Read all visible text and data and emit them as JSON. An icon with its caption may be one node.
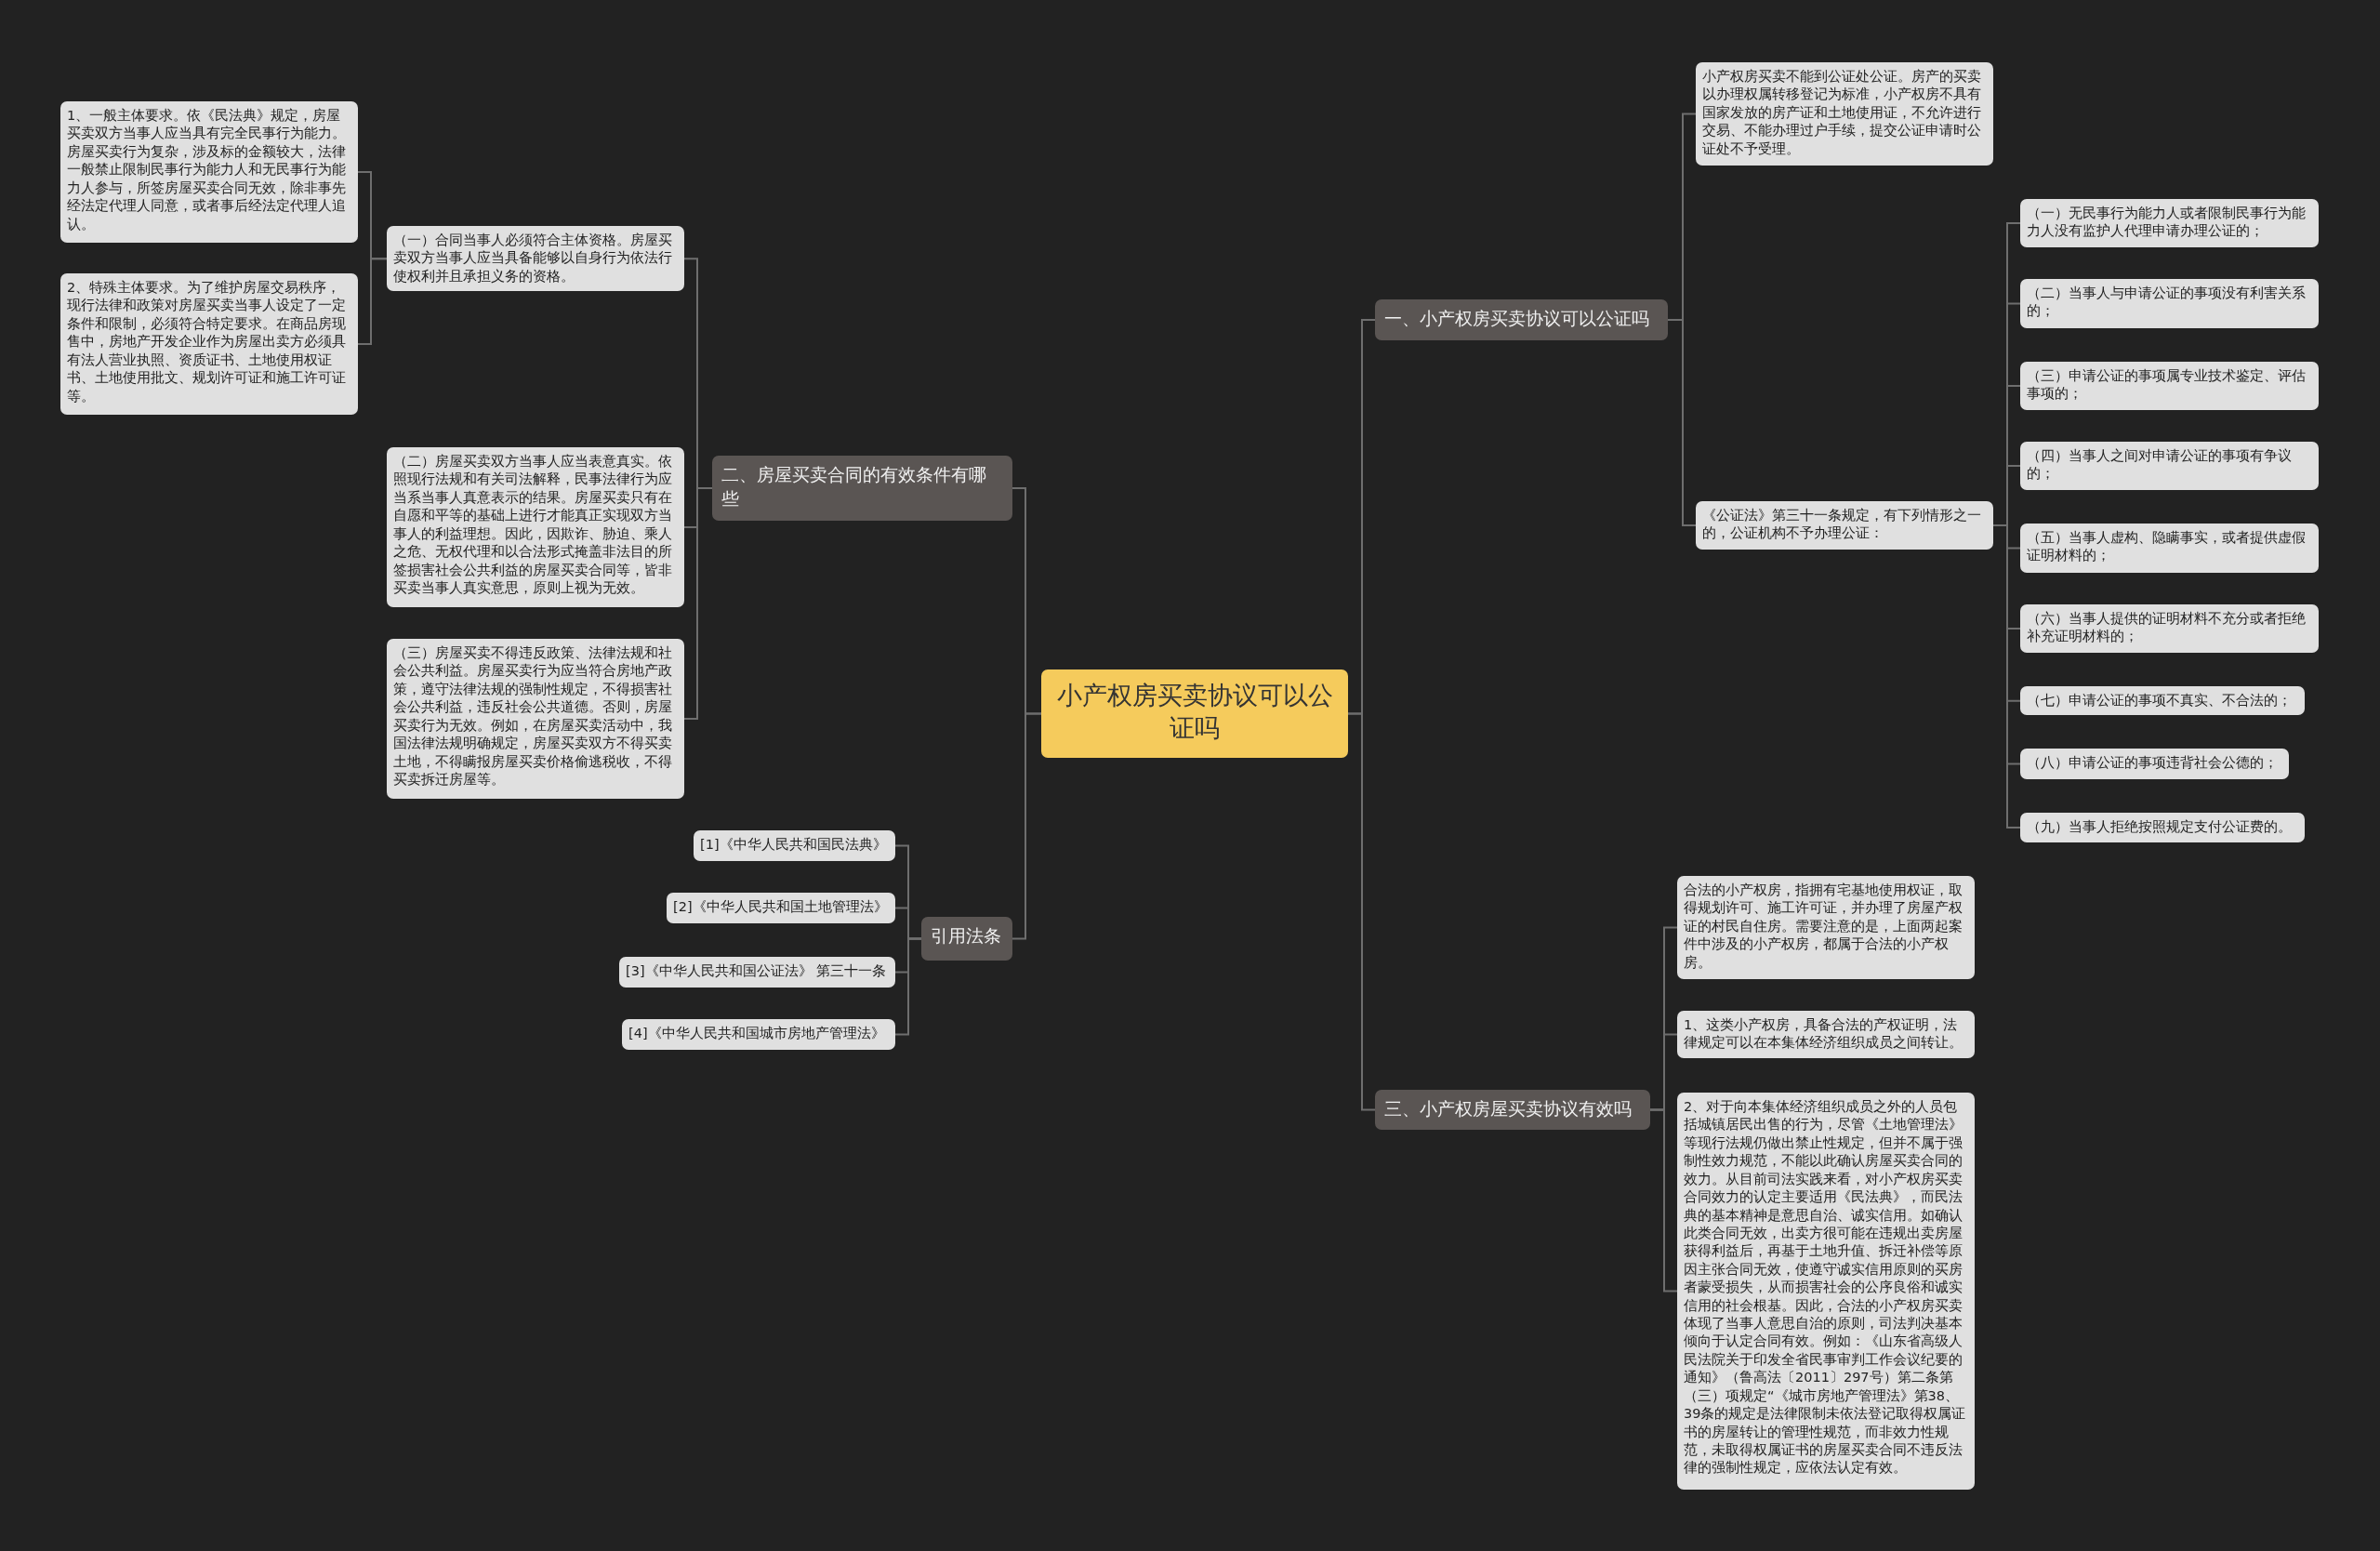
{
  "diagram": {
    "nodes": [
      {
        "text": [
          "小产权房买卖协议可以公证吗"
        ]
      },
      {
        "text": [
          "一、小产权房买卖协议可以公证吗"
        ]
      },
      {
        "text": [
          "小产权房买卖不能到公证处公证。房产的买卖以办理权属转移登记为标准，小产权房不具有国家发放的房产证和土地使用证，不允许进行交易、不能办理过户手续，提交公证申请时公证处不予受理。"
        ]
      },
      {
        "text": [
          "《公证法》第三十一条规定，有下列情形之一的，公证机构不予办理公证："
        ]
      },
      {
        "text": [
          "（一）无民事行为能力人或者限制民事行为能力人没有监护人代理申请办理公证的；"
        ]
      },
      {
        "text": [
          "（二）当事人与申请公证的事项没有利害关系的；"
        ]
      },
      {
        "text": [
          "（三）申请公证的事项属专业技术鉴定、评估事项的；"
        ]
      },
      {
        "text": [
          "（四）当事人之间对申请公证的事项有争议的；"
        ]
      },
      {
        "text": [
          "（五）当事人虚构、隐瞒事实，或者提供虚假证明材料的；"
        ]
      },
      {
        "text": [
          "（六）当事人提供的证明材料不充分或者拒绝补充证明材料的；"
        ]
      },
      {
        "text": [
          "（七）申请公证的事项不真实、不合法的；"
        ]
      },
      {
        "text": [
          "（八）申请公证的事项违背社会公德的；"
        ]
      },
      {
        "text": [
          "（九）当事人拒绝按照规定支付公证费的。"
        ]
      },
      {
        "text": [
          "二、房屋买卖合同的有效条件有哪些"
        ]
      },
      {
        "text": [
          "（一）合同当事人必须符合主体资格。房屋买卖双方当事人应当具备能够以自身行为依法行使权利并且承担义务的资格。"
        ]
      },
      {
        "text": [
          "1、一般主体要求。依《民法典》规定，房屋买卖双方当事人应当具有完全民事行为能力。房屋买卖行为复杂，涉及标的金额较大，法律一般禁止限制民事行为能力人和无民事行为能力人参与，所签房屋买卖合同无效，除非事先经法定代理人同意，或者事后经法定代理人追认。"
        ]
      },
      {
        "text": [
          "2、特殊主体要求。为了维护房屋交易秩序，现行法律和政策对房屋买卖当事人设定了一定条件和限制，必须符合特定要求。在商品房现售中，房地产开发企业作为房屋出卖方必须具有法人营业执照、资质证书、土地使用权证书、土地使用批文、规划许可证和施工许可证等。"
        ]
      },
      {
        "text": [
          "（二）房屋买卖双方当事人应当表意真实。依照现行法规和有关司法解释，民事法律行为应当系当事人真意表示的结果。房屋买卖只有在自愿和平等的基础上进行才能真正实现双方当事人的利益理想。因此，因欺诈、胁迫、乘人之危、无权代理和以合法形式掩盖非法目的所签损害社会公共利益的房屋买卖合同等，皆非买卖当事人真实意思，原则上视为无效。"
        ]
      },
      {
        "text": [
          "（三）房屋买卖不得违反政策、法律法规和社会公共利益。房屋买卖行为应当符合房地产政策，遵守法律法规的强制性规定，不得损害社会公共利益，违反社会公共道德。否则，房屋买卖行为无效。例如，在房屋买卖活动中，我国法律法规明确规定，房屋买卖双方不得买卖土地，不得瞒报房屋买卖价格偷逃税收，不得买卖拆迁房屋等。"
        ]
      },
      {
        "text": [
          "引用法条"
        ]
      },
      {
        "text": [
          "[1]《中华人民共和国民法典》"
        ]
      },
      {
        "text": [
          "[2]《中华人民共和国土地管理法》"
        ]
      },
      {
        "text": [
          "[3]《中华人民共和国公证法》 第三十一条"
        ]
      },
      {
        "text": [
          "[4]《中华人民共和国城市房地产管理法》"
        ]
      },
      {
        "text": [
          "三、小产权房屋买卖协议有效吗"
        ]
      },
      {
        "text": [
          "合法的小产权房，指拥有宅基地使用权证，取得规划许可、施工许可证，并办理了房屋产权证的村民自住房。需要注意的是，上面两起案件中涉及的小产权房，都属于合法的小产权房。"
        ]
      },
      {
        "text": [
          "1、这类小产权房，具备合法的产权证明，法律规定可以在本集体经济组织成员之间转让。"
        ]
      },
      {
        "text": [
          "2、对于向本集体经济组织成员之外的人员包括城镇居民出售的行为，尽管《土地管理法》等现行法规仍做出禁止性规定，但并不属于强制性效力规范，不能以此确认房屋买卖合同的效力。从目前司法实践来看，对小产权房买卖合同效力的认定主要适用《民法典》，而民法典的基本精神是意思自治、诚实信用。如确认此类合同无效，出卖方很可能在违规出卖房屋获得利益后，再基于土地升值、拆迁补偿等原因主张合同无效，使遵守诚实信用原则的买房者蒙受损失，从而损害社会的公序良俗和诚实信用的社会根基。因此，合法的小产权房买卖体现了当事人意思自治的原则，司法判决基本倾向于认定合同有效。例如：《山东省高级人民法院关于印发全省民事审判工作会议纪要的通知》（鲁高法〔2011〕297号）第二条第（三）项规定“《城市房地产管理法》第38、39条的规定是法律限制未依法登记取得权属证书的房屋转让的管理性规范，而非效力性规范，未取得权属证书的房屋买卖合同不违反法律的强制性规定，应依法认定有效。"
        ]
      }
    ],
    "edges": [
      {
        "from": 0,
        "to": 1,
        "arrow": "none"
      },
      {
        "from": 1,
        "to": 2,
        "arrow": "none"
      },
      {
        "from": 1,
        "to": 3,
        "arrow": "none"
      },
      {
        "from": 3,
        "to": 4,
        "arrow": "none"
      },
      {
        "from": 3,
        "to": 5,
        "arrow": "none"
      },
      {
        "from": 3,
        "to": 6,
        "arrow": "none"
      },
      {
        "from": 3,
        "to": 7,
        "arrow": "none"
      },
      {
        "from": 3,
        "to": 8,
        "arrow": "none"
      },
      {
        "from": 3,
        "to": 9,
        "arrow": "none"
      },
      {
        "from": 3,
        "to": 10,
        "arrow": "none"
      },
      {
        "from": 3,
        "to": 11,
        "arrow": "none"
      },
      {
        "from": 3,
        "to": 12,
        "arrow": "none"
      },
      {
        "from": 0,
        "to": 13,
        "arrow": "none"
      },
      {
        "from": 13,
        "to": 14,
        "arrow": "none"
      },
      {
        "from": 14,
        "to": 15,
        "arrow": "none"
      },
      {
        "from": 14,
        "to": 16,
        "arrow": "none"
      },
      {
        "from": 13,
        "to": 17,
        "arrow": "none"
      },
      {
        "from": 13,
        "to": 18,
        "arrow": "none"
      },
      {
        "from": 0,
        "to": 19,
        "arrow": "none"
      },
      {
        "from": 19,
        "to": 20,
        "arrow": "none"
      },
      {
        "from": 19,
        "to": 21,
        "arrow": "none"
      },
      {
        "from": 19,
        "to": 22,
        "arrow": "none"
      },
      {
        "from": 19,
        "to": 23,
        "arrow": "none"
      },
      {
        "from": 0,
        "to": 24,
        "arrow": "none"
      },
      {
        "from": 24,
        "to": 25,
        "arrow": "none"
      },
      {
        "from": 24,
        "to": 26,
        "arrow": "none"
      },
      {
        "from": 24,
        "to": 27,
        "arrow": "none"
      }
    ]
  }
}
